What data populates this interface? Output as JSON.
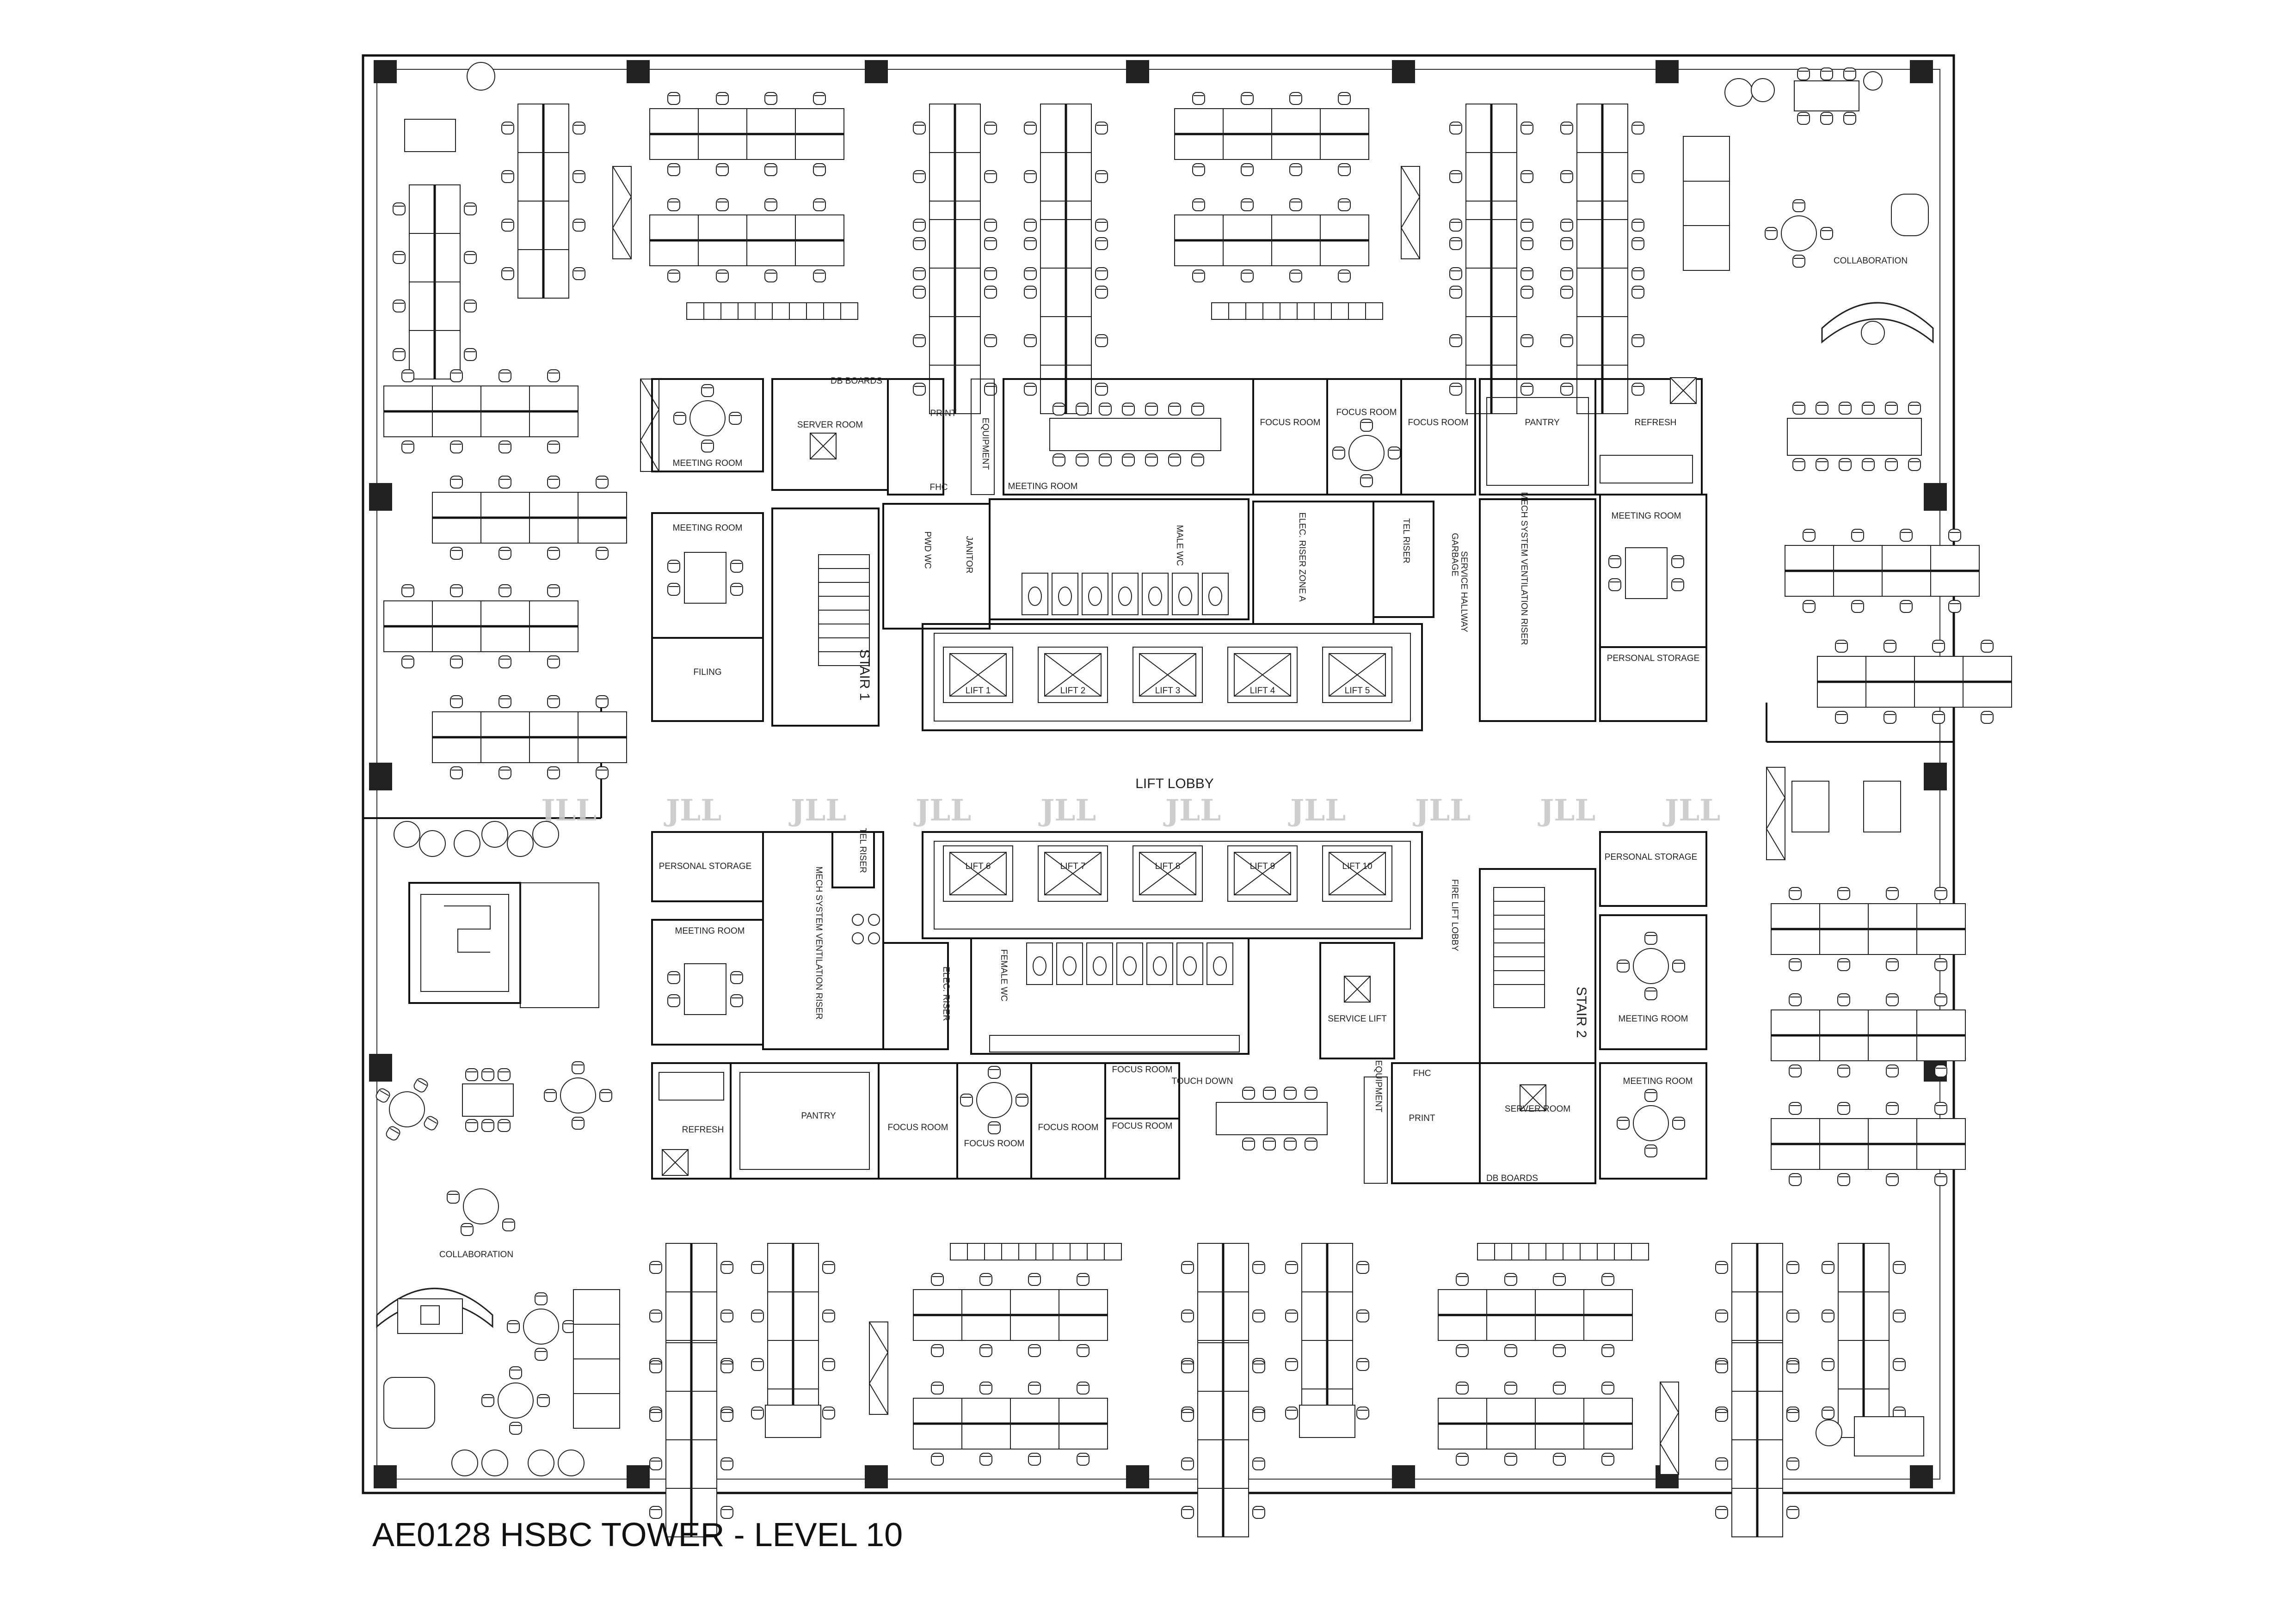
{
  "title": "AE0128 HSBC TOWER - LEVEL 10",
  "watermark": "JLL",
  "rooms": {
    "collaboration_ne": "COLLABORATION",
    "db_boards_n": "DB BOARDS",
    "server_room_n": "SERVER ROOM",
    "print_n": "PRINT",
    "equipment_n": "EQUIPMENT",
    "fhc_n": "FHC",
    "meeting_room_n1": "MEETING ROOM",
    "meeting_room_n2": "MEETING ROOM",
    "meeting_room_nw": "MEETING ROOM",
    "focus_room_n1": "FOCUS ROOM",
    "focus_room_n2": "FOCUS ROOM",
    "focus_room_n3": "FOCUS ROOM",
    "pantry_n": "PANTRY",
    "refresh_n": "REFRESH",
    "meeting_room_ne": "MEETING ROOM",
    "filing": "FILING",
    "stair_1": "STAIR 1",
    "pwd_wc": "PWD WC",
    "janitor": "JANITOR",
    "male_wc": "MALE WC",
    "elec_riser_zone_a": "ELEC. RISER ZONE A",
    "tel_riser_n": "TEL RISER",
    "garbage": "GARBAGE",
    "service_hallway": "SERVICE HALLWAY",
    "mech_riser_n": "MECH SYSTEM VENTILATION RISER",
    "personal_storage_ne": "PERSONAL STORAGE",
    "lift_1": "LIFT 1",
    "lift_2": "LIFT 2",
    "lift_3": "LIFT 3",
    "lift_4": "LIFT 4",
    "lift_5": "LIFT 5",
    "lift_lobby": "LIFT LOBBY",
    "lift_6": "LIFT 6",
    "lift_7": "LIFT 7",
    "lift_8": "LIFT 8",
    "lift_9": "LIFT 9",
    "lift_10": "LIFT 10",
    "personal_storage_w": "PERSONAL STORAGE",
    "tel_riser_s": "TEL RISER",
    "meeting_room_sw": "MEETING ROOM",
    "mech_riser_s": "MECH SYSTEM VENTILATION RISER",
    "elec_riser_s": "ELEC. RISER",
    "female_wc": "FEMALE WC",
    "service_lift": "SERVICE LIFT",
    "fire_lift_lobby": "FIRE LIFT LOBBY",
    "stair_2": "STAIR 2",
    "personal_storage_e": "PERSONAL STORAGE",
    "meeting_room_se1": "MEETING ROOM",
    "meeting_room_se2": "MEETING ROOM",
    "refresh_s": "REFRESH",
    "pantry_s": "PANTRY",
    "focus_room_s1": "FOCUS ROOM",
    "focus_room_s2": "FOCUS ROOM",
    "focus_room_s3": "FOCUS ROOM",
    "focus_room_s4": "FOCUS ROOM",
    "focus_room_s5": "FOCUS ROOM",
    "touch_down": "TOUCH DOWN",
    "equipment_s": "EQUIPMENT",
    "fhc_s": "FHC",
    "print_s": "PRINT",
    "server_room_s": "SERVER ROOM",
    "db_boards_s": "DB BOARDS",
    "collaboration_sw": "COLLABORATION"
  }
}
